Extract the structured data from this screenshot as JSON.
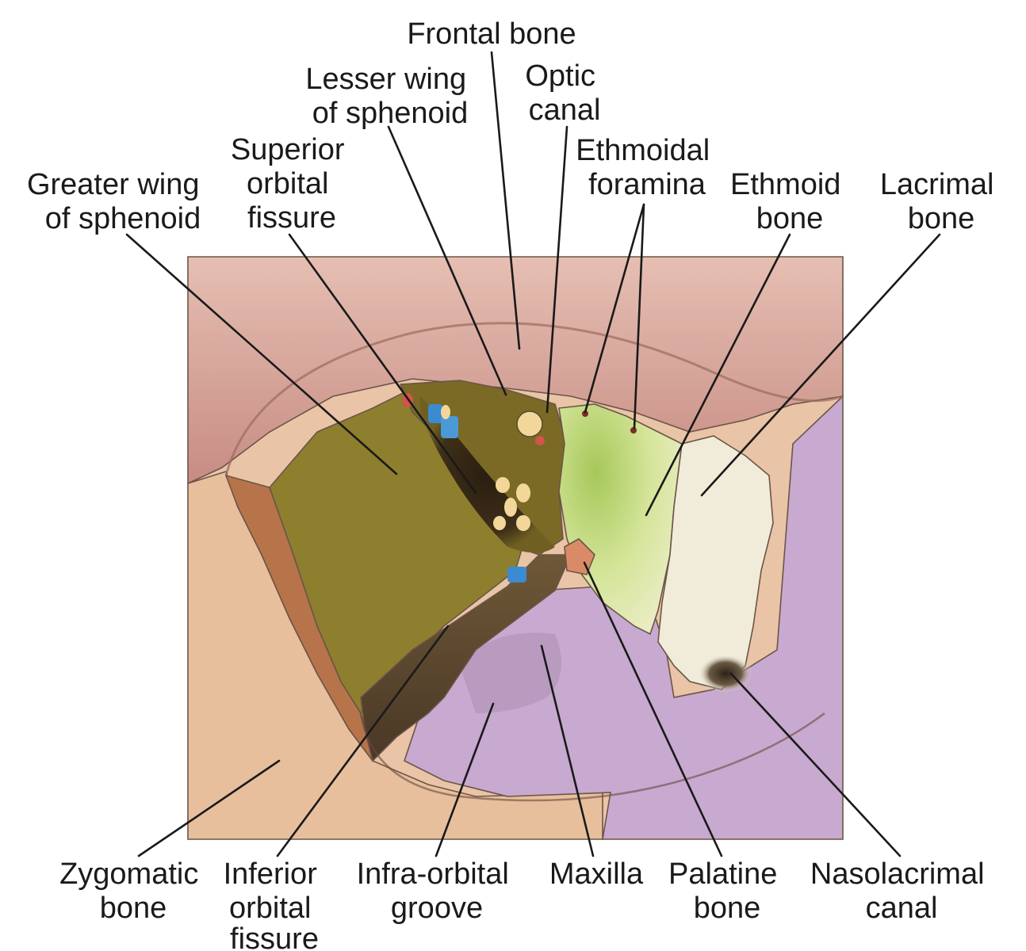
{
  "labels": {
    "frontal_bone": [
      "Frontal bone"
    ],
    "lesser_wing": [
      "Lesser wing",
      "of sphenoid"
    ],
    "optic_canal": [
      "Optic",
      "canal"
    ],
    "ethmoidal_foramina": [
      "Ethmoidal",
      "foramina"
    ],
    "superior_orbital_fissure": [
      "Superior",
      "orbital",
      "fissure"
    ],
    "greater_wing": [
      "Greater wing",
      "of sphenoid"
    ],
    "ethmoid_bone": [
      "Ethmoid",
      "bone"
    ],
    "lacrimal_bone": [
      "Lacrimal",
      "bone"
    ],
    "zygomatic_bone": [
      "Zygomatic",
      "bone"
    ],
    "inferior_orbital_fissure": [
      "Inferior",
      "orbital",
      "fissure"
    ],
    "infraorbital_groove": [
      "Infra-orbital",
      "groove"
    ],
    "maxilla": [
      "Maxilla"
    ],
    "palatine_bone": [
      "Palatine",
      "bone"
    ],
    "nasolacrimal_canal": [
      "Nasolacrimal",
      "canal"
    ]
  },
  "colors": {
    "frontal": "#d9a79f",
    "sphenoid_greater": "#8c7d2c",
    "sphenoid_lesser": "#6f5f22",
    "ethmoid": "#cfe08a",
    "lacrimal": "#f1ecd8",
    "zygomatic": "#d9b08c",
    "zygomatic_dark": "#a8653e",
    "maxilla": "#c7a9cc",
    "palatine": "#d98a68",
    "fissure": "#5a4632",
    "nerve_yellow": "#f3d79a",
    "vessel_blue": "#3b8bd1",
    "vessel_red": "#d0554a"
  }
}
